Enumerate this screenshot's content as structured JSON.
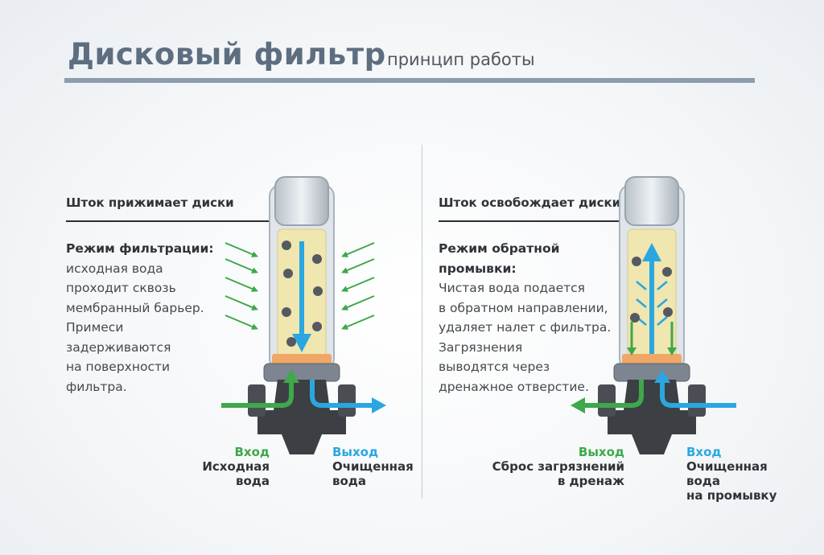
{
  "header": {
    "title": "Дисковый фильтр",
    "subtitle": "принцип работы"
  },
  "left_panel": {
    "heading": "Шток прижимает диски",
    "mode_title": "Режим фильтрации:",
    "mode_text": "исходная вода\nпроходит сквозь\nмембранный барьер.\nПримеси\nзадерживаются\nна поверхности\nфильтра.",
    "inlet_title": "Вход",
    "inlet_text": "Исходная\nвода",
    "outlet_title": "Выход",
    "outlet_text": "Очищенная\nвода"
  },
  "right_panel": {
    "heading": "Шток освобождает диски",
    "mode_title": "Режим обратной\nпромывки:",
    "mode_text": "Чистая вода подается\nв обратном направлении,\nудаляет налет с фильтра.\nЗагрязнения\nвыводятся через\nдренажное отверстие.",
    "outlet_title": "Выход",
    "outlet_text": "Сброс загрязнений\nв дренаж",
    "inlet_title": "Вход",
    "inlet_text": "Очищенная\nвода\nна промывку"
  },
  "colors": {
    "inflow_green": "#3ea84a",
    "outflow_blue": "#2aa7e0",
    "title": "#5e6e80",
    "filter_element": "#efe6b0",
    "body_dark": "#3c3f44",
    "ring_orange": "#f0a766"
  }
}
